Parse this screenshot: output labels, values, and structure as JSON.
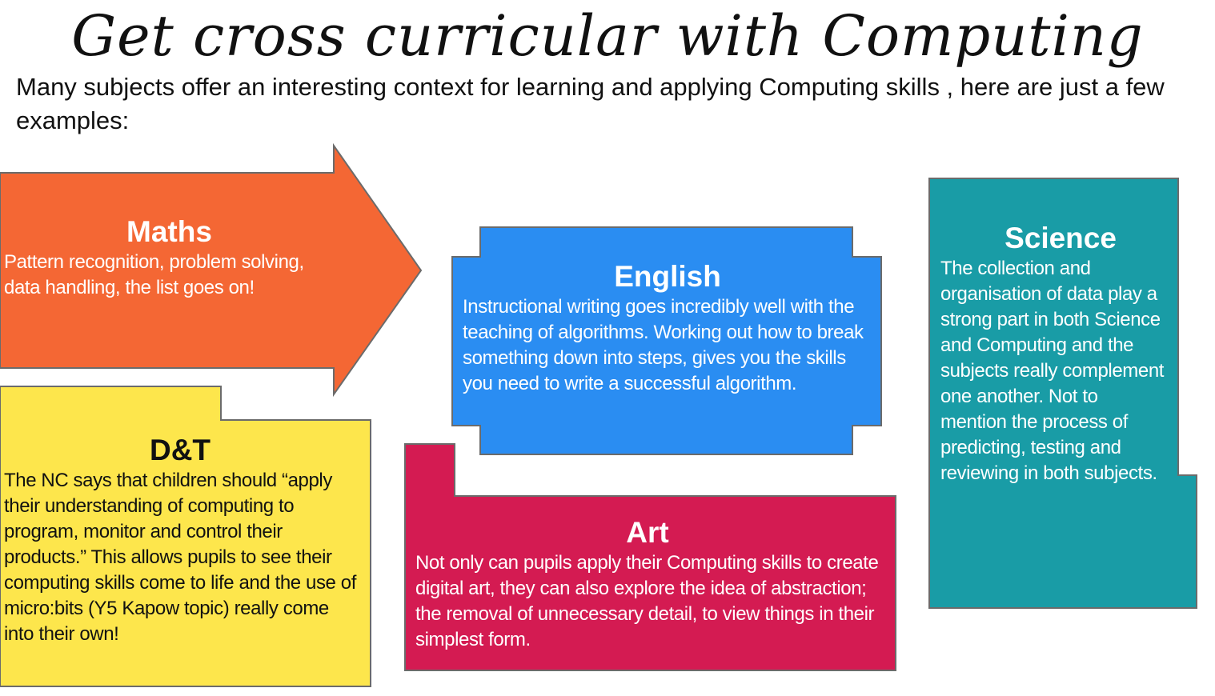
{
  "title": "Get cross curricular with Computing",
  "intro": "Many subjects offer an interesting context for learning and applying Computing skills , here are just a few examples:",
  "colors": {
    "maths": "#f46734",
    "english": "#2a8df2",
    "science": "#199ca6",
    "dt": "#fde64c",
    "art": "#d41b52",
    "outline": "#6b6b6b"
  },
  "cards": {
    "maths": {
      "heading": "Maths",
      "text": "Pattern recognition, problem solving, data handling, the list goes on!"
    },
    "english": {
      "heading": "English",
      "text": "Instructional writing goes incredibly well with the teaching of algorithms. Working out how to break something down into steps, gives you the skills you need to write a successful algorithm."
    },
    "science": {
      "heading": "Science",
      "text": "The collection and organisation of data play a strong part in both Science and Computing and the subjects really complement one another. Not to mention the process of predicting, testing  and reviewing in both subjects."
    },
    "dt": {
      "heading": "D&T",
      "text": "The NC says that children should “apply their understanding of computing to program, monitor and control their products.” This allows pupils to see their computing skills come to life and the use of micro:bits (Y5 Kapow topic) really come into their own!"
    },
    "art": {
      "heading": "Art",
      "text": "Not only can pupils apply their Computing skills to create digital art, they can also explore the idea of abstraction; the removal of unnecessary detail, to view things in their simplest form."
    }
  }
}
